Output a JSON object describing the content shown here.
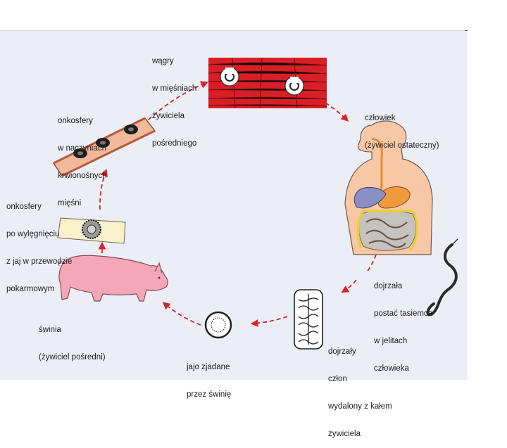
{
  "diagram": {
    "colors": {
      "arrow": "#d9232d",
      "muscle": "#d81e26",
      "pig": "#f5a7b8",
      "human": "#f8c8a6",
      "vessel": "#f1b89a",
      "background": "#eceef6"
    },
    "labels": {
      "wagry": [
        "wągry",
        "w mięśniach",
        "żywiciela",
        "pośredniego"
      ],
      "czlowiek": [
        "człowiek",
        "(żywiciel ostateczny)"
      ],
      "onkosfery_naczynia": [
        "onkosfery",
        "w naczyniach",
        "krwionośnych",
        "mięśni"
      ],
      "onkosfery_wylegniecie": [
        "onkosfery",
        "po wylęgnięciu",
        "z jaj w przewodzie",
        "pokarmowym"
      ],
      "swinia": [
        "świnia",
        "(żywiciel pośredni)"
      ],
      "jajo": [
        "jajo zjadane",
        "przez świnię"
      ],
      "dojrzaly_czlon": [
        "dojrzały",
        "człon",
        "wydalony z kałem",
        "żywiciela"
      ],
      "dojrzala_postac": [
        "dojrzała",
        "postać tasiemca",
        "w jelitach",
        "człowieka"
      ]
    }
  }
}
